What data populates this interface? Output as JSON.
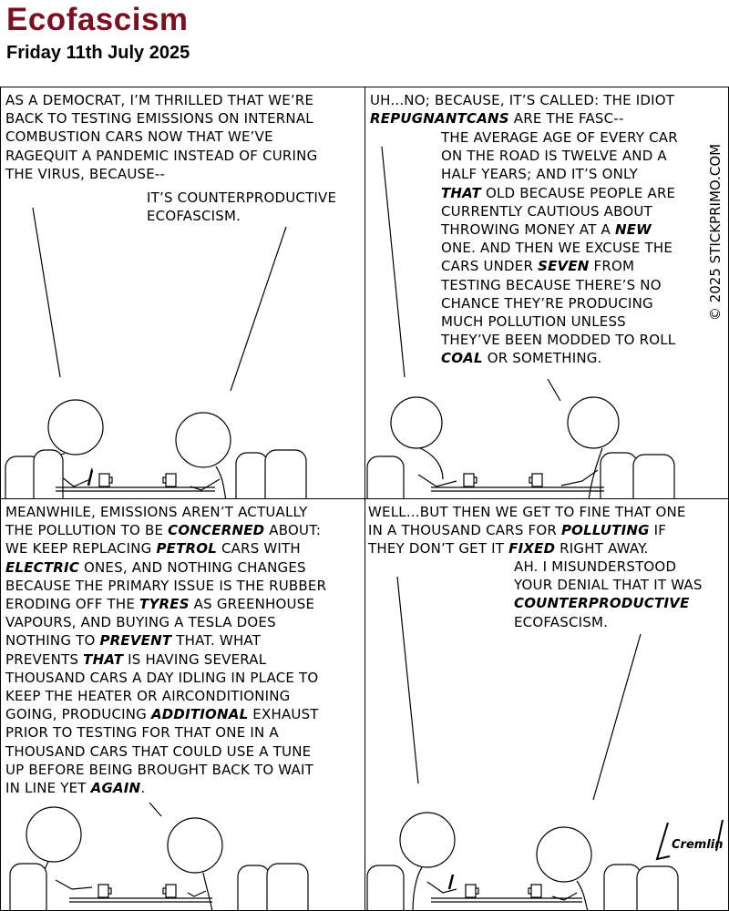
{
  "header": {
    "title": "Ecofascism",
    "date": "Friday 11th July 2025"
  },
  "panels": [
    {
      "speech_left": [
        "As a democrat, I’m thrilled that we’re",
        "back to testing emissions on internal",
        "combustion cars now that we’ve",
        "ragequit a pandemic instead of curing",
        "the virus, because--"
      ],
      "speech_right": [
        "It’s counterproductive",
        "ecofascism."
      ]
    },
    {
      "speech_left_segments": [
        [
          "Uh...no; because, it’s called: the idiot"
        ],
        [
          "",
          "Repugnantcans",
          " are the fasc--"
        ]
      ],
      "speech_right_segments": [
        [
          "The average age of every car"
        ],
        [
          "on the road is twelve and a"
        ],
        [
          "half years; and it’s only"
        ],
        [
          "",
          "that",
          " old because people are"
        ],
        [
          "currently cautious about"
        ],
        [
          "throwing money at a ",
          "new"
        ],
        [
          "one. And then we excuse the"
        ],
        [
          "cars under ",
          "seven",
          " from"
        ],
        [
          "testing because there’s no"
        ],
        [
          "chance they’re producing"
        ],
        [
          "much pollution unless"
        ],
        [
          "they’ve been modded to roll"
        ],
        [
          "",
          "coal",
          " or something."
        ]
      ],
      "copyright": "© 2025 STICKPRIMO.COM"
    },
    {
      "speech_segments": [
        [
          "Meanwhile, emissions aren’t actually"
        ],
        [
          "the pollution to be ",
          "concerned",
          " about:"
        ],
        [
          "we keep replacing ",
          "petrol",
          " cars with"
        ],
        [
          "",
          "electric",
          " ones, and nothing changes"
        ],
        [
          "because the primary issue is the rubber"
        ],
        [
          "eroding off the ",
          "tyres",
          " as greenhouse"
        ],
        [
          "vapours, and buying a Tesla does"
        ],
        [
          "nothing to ",
          "prevent",
          " that. What"
        ],
        [
          "prevents ",
          "that",
          " is having several"
        ],
        [
          "thousand cars a day idling in place to"
        ],
        [
          "keep the heater or airconditioning"
        ],
        [
          "going, producing ",
          "additional",
          " exhaust"
        ],
        [
          "prior to testing for that one in a"
        ],
        [
          "thousand cars that could use a tune"
        ],
        [
          "up before being brought back to wait"
        ],
        [
          "in line yet ",
          "again",
          "."
        ]
      ]
    },
    {
      "speech_left_segments": [
        [
          "Well...but then we get to fine that one"
        ],
        [
          "in a thousand cars for ",
          "polluting",
          " if"
        ],
        [
          "they don’t get it ",
          "fixed",
          " right away."
        ]
      ],
      "speech_right_segments": [
        [
          "Ah. I misunderstood"
        ],
        [
          "your denial that it was"
        ],
        [
          "",
          "counterproductive"
        ],
        [
          "ecofascism."
        ]
      ],
      "signature": "Cremlin"
    }
  ]
}
